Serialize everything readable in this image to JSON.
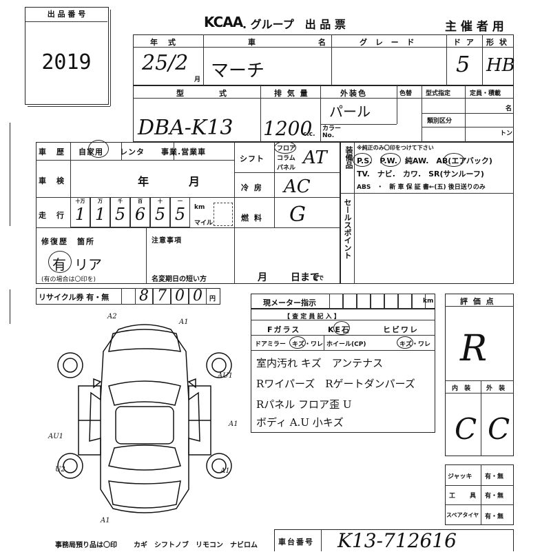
{
  "header": {
    "lot_label": "出 品 番 号",
    "lot_number": "2019",
    "org": "KCAA",
    "group_title": ". グループ　出 品 票",
    "organizer_use": "主 催 者 用"
  },
  "vehicle": {
    "year_label": "年　式",
    "car_name_label": "車　名",
    "grade_label": "グ レ ー ド",
    "doors_label": "ド ア",
    "shape_label": "形 状",
    "year_value": "25/2",
    "month_mark": "月",
    "car_name_value": "マーチ",
    "doors_value": "5",
    "shape_value": "HB",
    "model_label": "型　式",
    "displacement_label": "排 気 量",
    "color_label": "外装色",
    "color_change_label": "色替",
    "type_designation_label": "型式指定",
    "capacity_label": "定員・積載",
    "class_label": "類別区分",
    "persons_unit": "名",
    "ton_unit": "トン",
    "model_value": "DBA-K13",
    "displacement_value": "1200",
    "cc_unit": "c.c.",
    "color_value": "パール",
    "color_no_label": "カラー No."
  },
  "history": {
    "usage_label": "車　歴",
    "usage_options": "自家用　　レンタ　　事業.営業車",
    "shift_label": "シフト",
    "shift_types": [
      "フロア",
      "コラム",
      "パネル"
    ],
    "shift_value": "AT",
    "inspection_label": "車　検",
    "year_mark": "年",
    "month_mark": "月",
    "ac_label": "冷 房",
    "ac_value": "AC",
    "mileage_label": "走　行",
    "digit_headers": [
      "十万",
      "万",
      "千",
      "百",
      "十",
      "一"
    ],
    "mileage_digits": [
      "1",
      "1",
      "5",
      "6",
      "5",
      "5"
    ],
    "km_label": "km",
    "mile_label": "マイル",
    "fuel_label": "燃 料",
    "fuel_value": "G",
    "repair_label": "修復歴　箇所",
    "repair_value": "有",
    "repair_location": "リア",
    "repair_note": "(有の場合は〇印を)",
    "caution_label": "注意事項",
    "short_expiry_label": "名変期日の短い方",
    "deadline_month": "月",
    "deadline_day": "日まで",
    "recycle_label": "リサイクル券 有・無",
    "recycle_digits": [
      "8",
      "7",
      "0",
      "0"
    ],
    "yen_label": "円"
  },
  "equipment": {
    "label": "装備品",
    "note": "※純正のみ〇印をつけて下さい",
    "line1": "P.S.　P.W.　純AW.　AB(エアバック)",
    "line2": "TV.　ナビ.　カワ.　SR(サンルーフ)",
    "line3": "ABS　・　新 車 保 証 書←(五) 後日送りのみ",
    "sales_point_label": "セールスポイント"
  },
  "inspection": {
    "meter_label": "現メーター指示",
    "km_label": "km",
    "inspector_header": "【 査 定 員 記 入 】",
    "glass_label": "Fガラス",
    "glass_options": [
      "KE石",
      "ヒビワレ"
    ],
    "mirror_label": "ドアミラー",
    "mirror_options": "キズ・ワレ",
    "wheel_label": "ホイール(CP)",
    "wheel_options": "キズ・ワレ",
    "notes": [
      "室内汚れ キズ　アンテナス",
      "Rワイパーズ　Rゲートダンパーズ",
      "Rパネル フロア歪 U",
      "ボディ A.U 小キズ"
    ]
  },
  "rating": {
    "label": "評 価 点",
    "overall": "R",
    "interior_label": "内 装",
    "exterior_label": "外 装",
    "interior": "C",
    "exterior": "C"
  },
  "accessories": {
    "jack_label": "ジャッキ",
    "tools_label": "工　具",
    "spare_label": "スペアタイヤ",
    "yes_no": "有・無"
  },
  "diagram": {
    "marks": [
      "A2",
      "A1",
      "AU1",
      "A1",
      "AU1",
      "U2",
      "A1",
      "A1"
    ]
  },
  "footer": {
    "office_note": "事務局預り品は〇印",
    "items": "カギ　シフトノブ　リモコン　ナビロム",
    "chassis_label": "車台番号",
    "chassis_value": "K13-712616"
  }
}
